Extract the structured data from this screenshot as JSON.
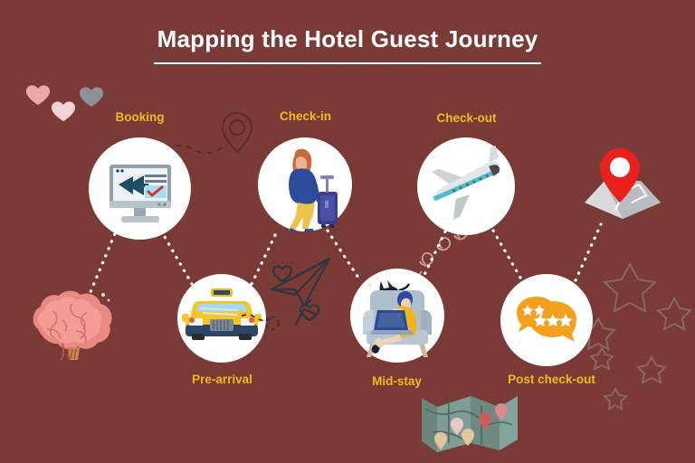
{
  "header": {
    "title": "Mapping the Hotel Guest Journey",
    "underline_color": "#ffffff",
    "title_color": "#ffffff"
  },
  "theme": {
    "background_color": "#7a3a35",
    "label_color": "#f2b824",
    "node_fill": "#ffffff",
    "connector_color": "#ffffff",
    "connector_style": "dotted"
  },
  "journey": {
    "stages": [
      {
        "id": "booking",
        "label": "Booking",
        "label_position": "top",
        "icon": "desktop-booking-icon",
        "icon_description": "desktop computer showing airplane and checkmark",
        "node_position": "top"
      },
      {
        "id": "pre-arrival",
        "label": "Pre-arrival",
        "label_position": "bottom",
        "icon": "taxi-icon",
        "icon_description": "yellow taxi cab front view",
        "node_position": "bottom"
      },
      {
        "id": "check-in",
        "label": "Check-in",
        "label_position": "top",
        "icon": "traveler-with-luggage-icon",
        "icon_description": "traveler in blue jacket pulling rolling suitcase",
        "node_position": "top"
      },
      {
        "id": "mid-stay",
        "label": "Mid-stay",
        "label_position": "bottom",
        "icon": "armchair-laptop-icon",
        "icon_description": "person relaxing in armchair with laptop and cat",
        "node_position": "bottom"
      },
      {
        "id": "check-out",
        "label": "Check-out",
        "label_position": "top",
        "icon": "airplane-icon",
        "icon_description": "grey airplane with teal stripe flying",
        "node_position": "top"
      },
      {
        "id": "post-check-out",
        "label": "Post check-out",
        "label_position": "bottom",
        "icon": "review-speech-bubbles-icon",
        "icon_description": "two orange speech bubbles with star ratings",
        "node_position": "bottom"
      }
    ],
    "start_marker": {
      "id": "journey-start",
      "icon": "brain-icon",
      "icon_description": "pink brain representing inspiration and intent"
    },
    "end_marker": {
      "id": "journey-end",
      "icon": "map-pin-destination-icon",
      "icon_description": "red location pin on a grey 3D map"
    }
  },
  "decorations": [
    {
      "id": "hearts-cluster-top-left",
      "icon": "hearts-icon"
    },
    {
      "id": "outline-map-pin-top",
      "icon": "map-pin-outline-icon"
    },
    {
      "id": "paper-plane",
      "icon": "paper-plane-icon"
    },
    {
      "id": "heart-outlines",
      "icon": "heart-outline-icon"
    },
    {
      "id": "looping-hearts-swirl",
      "icon": "heart-swirl-icon"
    },
    {
      "id": "stars-cluster-right",
      "icon": "star-outline-icon"
    },
    {
      "id": "folded-map-bottom",
      "icon": "folded-map-icon"
    }
  ]
}
